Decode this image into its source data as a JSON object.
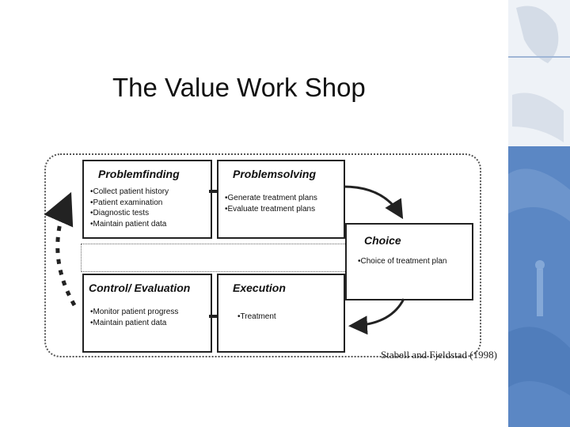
{
  "slide": {
    "title": "The Value Work Shop",
    "citation": "Stabell and Fjeldstad (1998)"
  },
  "diagram": {
    "boxes": {
      "problemfinding": {
        "title": "Problemfinding",
        "items": [
          "•Collect patient history",
          "•Patient examination",
          "•Diagnostic tests",
          "•Maintain patient data"
        ]
      },
      "problemsolving": {
        "title": "Problemsolving",
        "items": [
          "•Generate treatment plans",
          "•Evaluate treatment plans"
        ]
      },
      "choice": {
        "title": "Choice",
        "items": [
          "•Choice of treatment plan"
        ]
      },
      "control": {
        "title": "Control/ Evaluation",
        "items": [
          "•Monitor patient progress",
          "•Maintain patient data"
        ]
      },
      "execution": {
        "title": "Execution",
        "items": [
          "•Treatment"
        ]
      }
    }
  },
  "colors": {
    "strip_blue": "#5b87c4",
    "strip_light": "#e9eef5",
    "line": "#222222"
  }
}
